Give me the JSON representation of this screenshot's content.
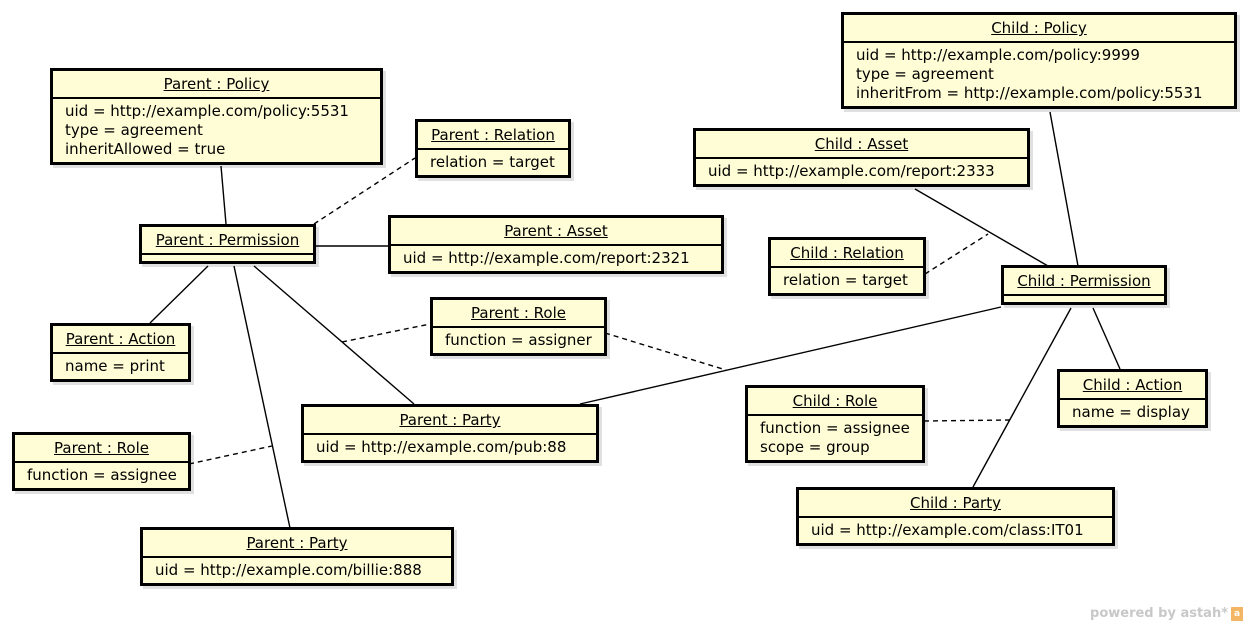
{
  "boxes": {
    "parent_policy": {
      "title": "Parent : Policy",
      "attrs": [
        "uid = http://example.com/policy:5531",
        "type = agreement",
        "inheritAllowed = true"
      ]
    },
    "parent_relation": {
      "title": "Parent : Relation",
      "attrs": [
        "relation = target"
      ]
    },
    "parent_permission": {
      "title": "Parent : Permission",
      "attrs": []
    },
    "parent_asset": {
      "title": "Parent : Asset",
      "attrs": [
        "uid = http://example.com/report:2321"
      ]
    },
    "parent_action": {
      "title": "Parent : Action",
      "attrs": [
        "name = print"
      ]
    },
    "parent_role_1": {
      "title": "Parent : Role",
      "attrs": [
        "function = assigner"
      ]
    },
    "parent_party_1": {
      "title": "Parent : Party",
      "attrs": [
        "uid = http://example.com/pub:88"
      ]
    },
    "parent_role_2": {
      "title": "Parent : Role",
      "attrs": [
        "function = assignee"
      ]
    },
    "parent_party_2": {
      "title": "Parent : Party",
      "attrs": [
        "uid = http://example.com/billie:888"
      ]
    },
    "child_policy": {
      "title": "Child : Policy",
      "attrs": [
        "uid = http://example.com/policy:9999",
        "type = agreement",
        "inheritFrom = http://example.com/policy:5531"
      ]
    },
    "child_asset": {
      "title": "Child : Asset",
      "attrs": [
        "uid = http://example.com/report:2333"
      ]
    },
    "child_relation": {
      "title": "Child : Relation",
      "attrs": [
        "relation = target"
      ]
    },
    "child_permission": {
      "title": "Child : Permission",
      "attrs": []
    },
    "child_role": {
      "title": "Child : Role",
      "attrs": [
        "function = assignee",
        "scope = group"
      ]
    },
    "child_action": {
      "title": "Child : Action",
      "attrs": [
        "name = display"
      ]
    },
    "child_party": {
      "title": "Child : Party",
      "attrs": [
        "uid = http://example.com/class:IT01"
      ]
    }
  },
  "watermark": {
    "text": "powered by astah*"
  }
}
